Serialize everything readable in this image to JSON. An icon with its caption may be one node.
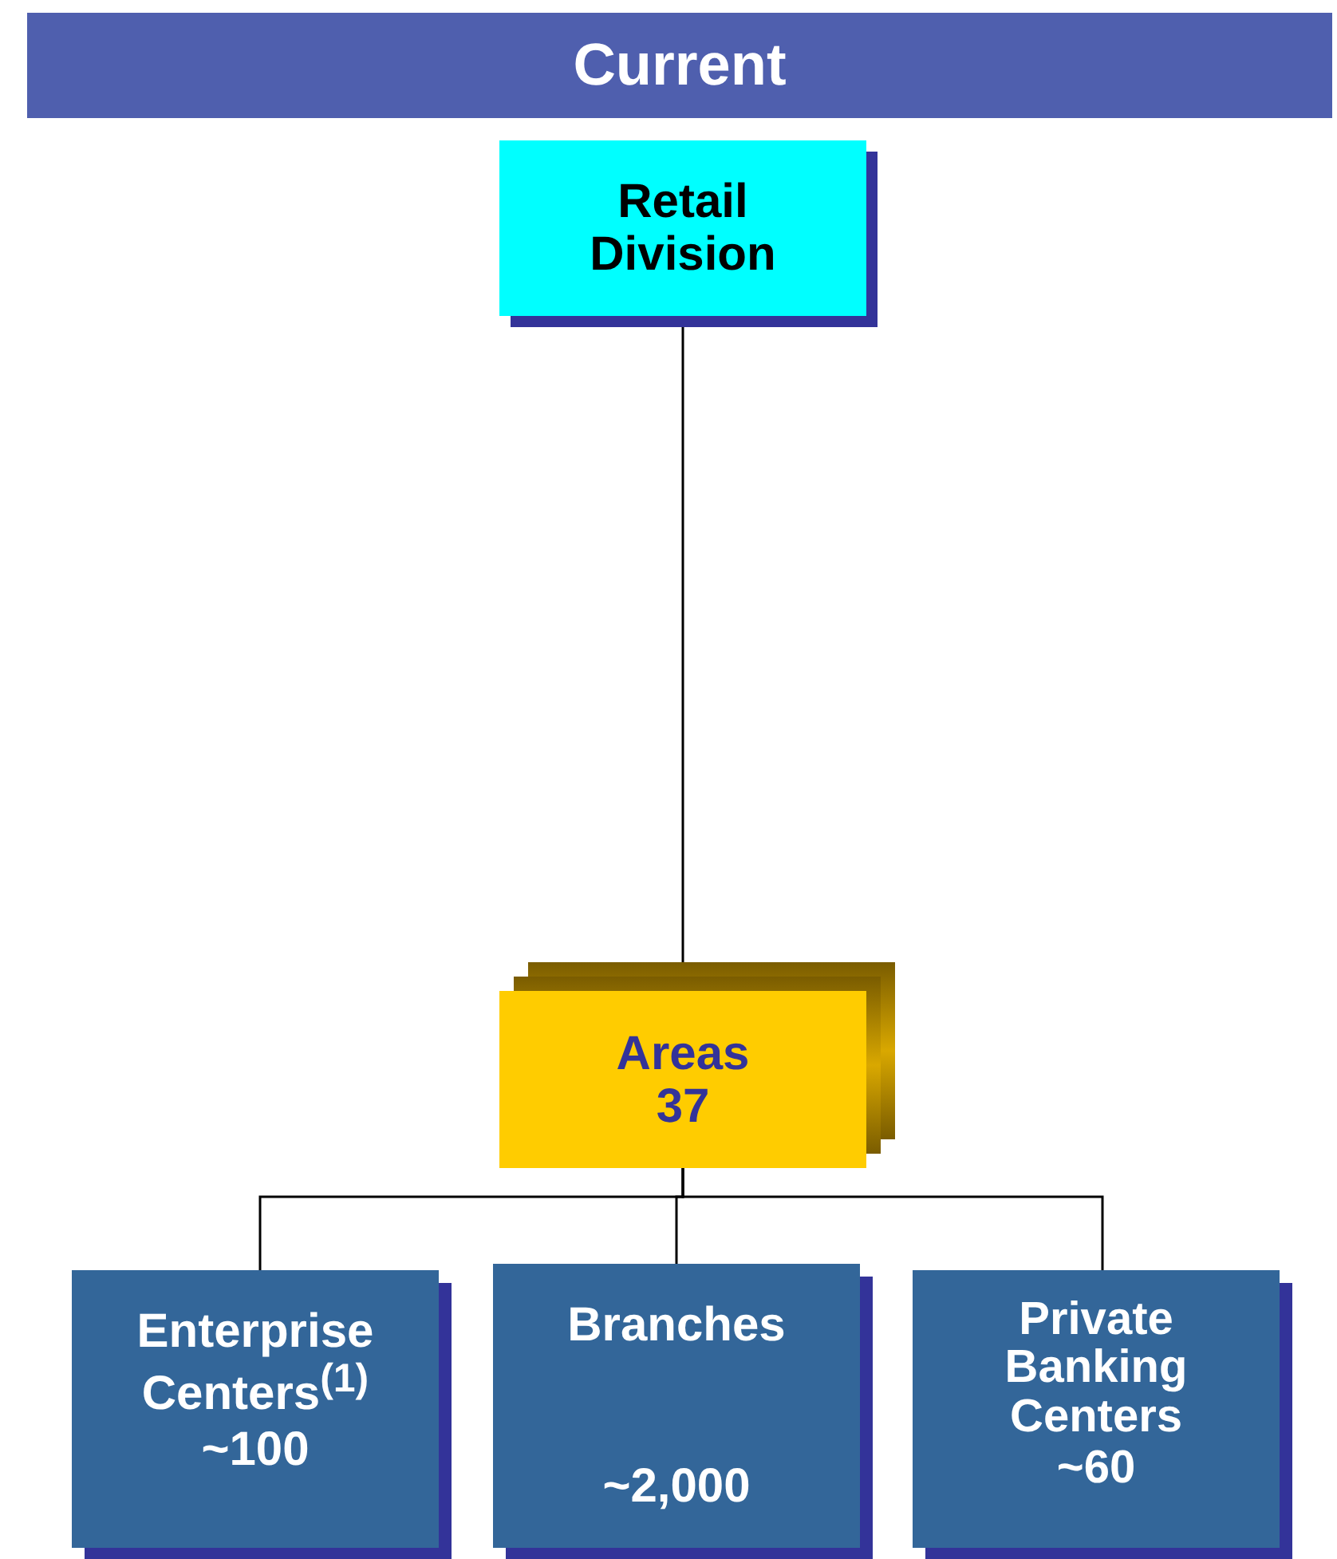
{
  "diagram": {
    "title": "Current",
    "nodes": [
      {
        "text": [
          "Retail Division"
        ]
      },
      {
        "text": [
          "Areas",
          "37"
        ]
      },
      {
        "text": [
          "Enterprise Centers$^{(1)}$",
          "~100"
        ]
      },
      {
        "text": [
          "Branches",
          "~2,000"
        ]
      },
      {
        "text": [
          "Private Banking Centers",
          "~60"
        ]
      }
    ],
    "edges": [
      {
        "from": 0,
        "to": 1,
        "arrow": "none"
      },
      {
        "from": 1,
        "to": 2,
        "arrow": "none"
      },
      {
        "from": 1,
        "to": 3,
        "arrow": "none"
      },
      {
        "from": 1,
        "to": 4,
        "arrow": "none"
      }
    ]
  }
}
